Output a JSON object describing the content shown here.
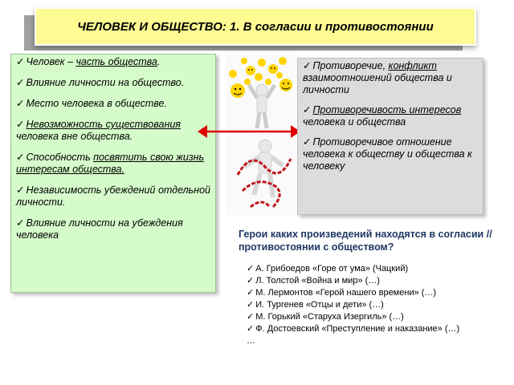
{
  "title": "ЧЕЛОВЕК И ОБЩЕСТВО: 1. В согласии и противостоянии",
  "left_list": {
    "items": [
      {
        "pre": "Человек – ",
        "u": "часть общества",
        "post": "."
      },
      {
        "pre": "Влияние личности на общество.",
        "u": "",
        "post": ""
      },
      {
        "pre": "Место человека в обществе.",
        "u": "",
        "post": ""
      },
      {
        "pre": "",
        "u": "Невозможность существования",
        "post": " человека вне общества."
      },
      {
        "pre": "Способность ",
        "u": "посвятить свою жизнь интересам общества.",
        "post": ""
      },
      {
        "pre": "Независимость убеждений отдельной личности.",
        "u": "",
        "post": ""
      },
      {
        "pre": "Влияние личности на убеждения человека",
        "u": "",
        "post": ""
      }
    ]
  },
  "right_list": {
    "items": [
      {
        "pre": "Противоречие, ",
        "u": "конфликт",
        "post": " взаимоотношений общества и личности"
      },
      {
        "pre": "",
        "u": "Противоречивость интересов ",
        "post": "человека  и общества"
      },
      {
        "pre": "Противоречивое  отношение человека к обществу и общества к человеку",
        "u": "",
        "post": ""
      }
    ]
  },
  "question": "Герои каких произведений находятся в согласии // противостоянии с обществом?",
  "works": [
    "А. Грибоедов «Горе от ума» (Чацкий)",
    "Л. Толстой «Война и мир» (…)",
    "М. Лермонтов «Герой нашего времени» (…)",
    "И. Тургенев «Отцы и дети» (…)",
    "М. Горький «Старуха Изергиль» (…)",
    "Ф. Достоевский «Преступление и наказание» (…)"
  ],
  "works_more": "…",
  "colors": {
    "title_bg": "#fffb93",
    "left_bg": "#d4fbc9",
    "right_bg": "#dcdcdc",
    "question_color": "#1f3864",
    "arrow_color": "#e00000"
  },
  "icons": [
    "smiley-faces-illustration",
    "person-figure-icon",
    "chained-person-icon",
    "double-arrow-icon",
    "checkmark-icon"
  ]
}
